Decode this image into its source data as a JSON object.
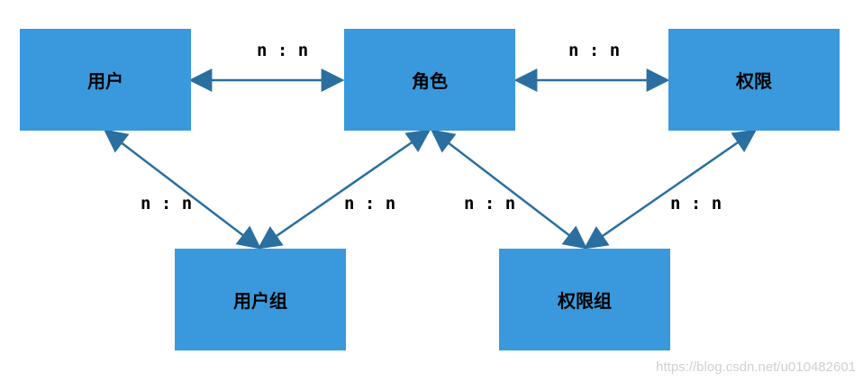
{
  "nodes": {
    "user": "用户",
    "role": "角色",
    "permission": "权限",
    "user_group": "用户组",
    "permission_group": "权限组"
  },
  "edges": {
    "user_role": "n : n",
    "role_permission": "n : n",
    "user_usergroup": "n : n",
    "usergroup_role": "n : n",
    "role_permissiongroup": "n : n",
    "permissiongroup_permission": "n : n"
  },
  "watermark": "https://blog.csdn.net/u010482601",
  "colors": {
    "node_fill": "#3a99dc",
    "arrow": "#2a6f9f"
  }
}
